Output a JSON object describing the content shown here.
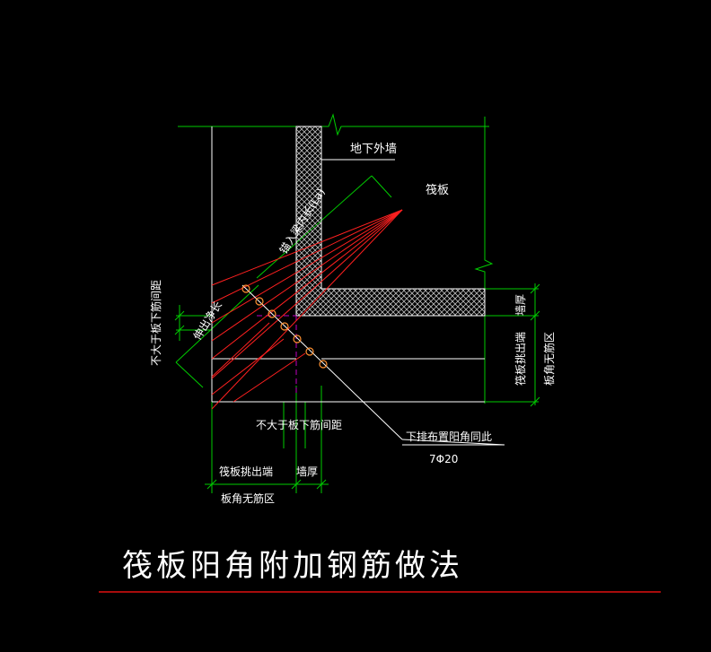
{
  "canvas": {
    "background": "#000000"
  },
  "colors": {
    "outline": "#ffffff",
    "dimension": "#00cc00",
    "rebar": "#ff2020",
    "centerline": "#c000c0",
    "title_rule": "#e01010",
    "text": "#ffffff",
    "hatch": "#bbbbbb"
  },
  "labels": {
    "outer_wall": "地下外墙",
    "raft": "筏板",
    "anchorage": "锚入梁内长(La)",
    "extend_len": "伸出净长",
    "spacing_left": "不大于板下筋间距",
    "spacing_bottom": "不大于板下筋间距",
    "rebar_note": "下排布置阳角同此",
    "rebar_spec": "7Φ20",
    "wall_thick_right": "墙厚",
    "overhang_right_1": "筏板挑出端",
    "overhang_right_2": "板角无筋区",
    "overhang_bottom_1": "筏板挑出端",
    "overhang_bottom_2": "板角无筋区",
    "wall_thick_bottom": "墙厚",
    "title": "筏板阳角附加钢筋做法"
  }
}
